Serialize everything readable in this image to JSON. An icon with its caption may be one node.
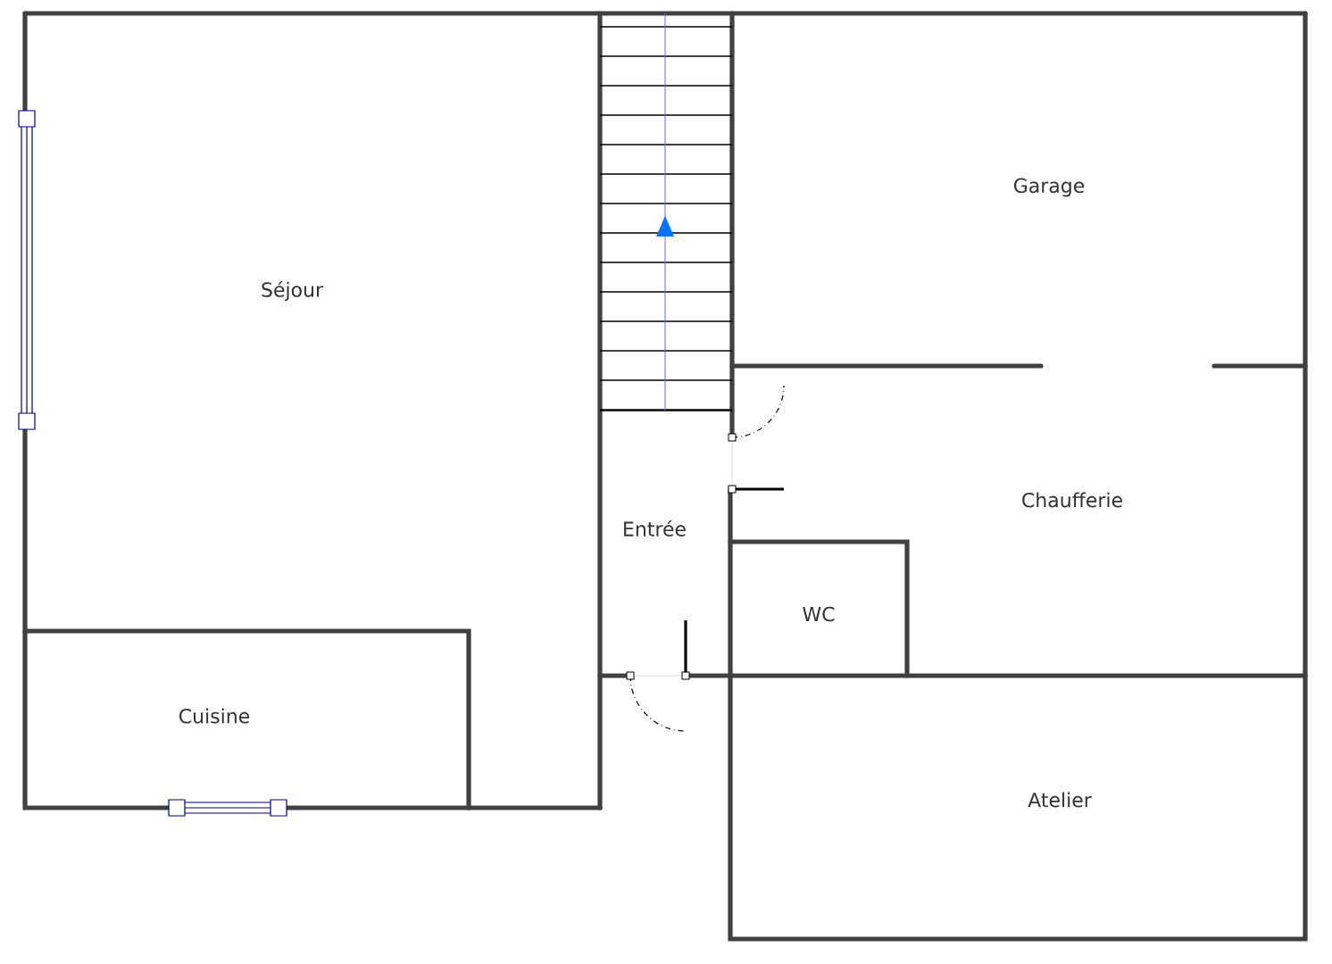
{
  "diagram": {
    "labels": [
      "Garage",
      "Séjour",
      "Chaufferie",
      "Entrée",
      "WC",
      "Cuisine",
      "Atelier"
    ]
  }
}
